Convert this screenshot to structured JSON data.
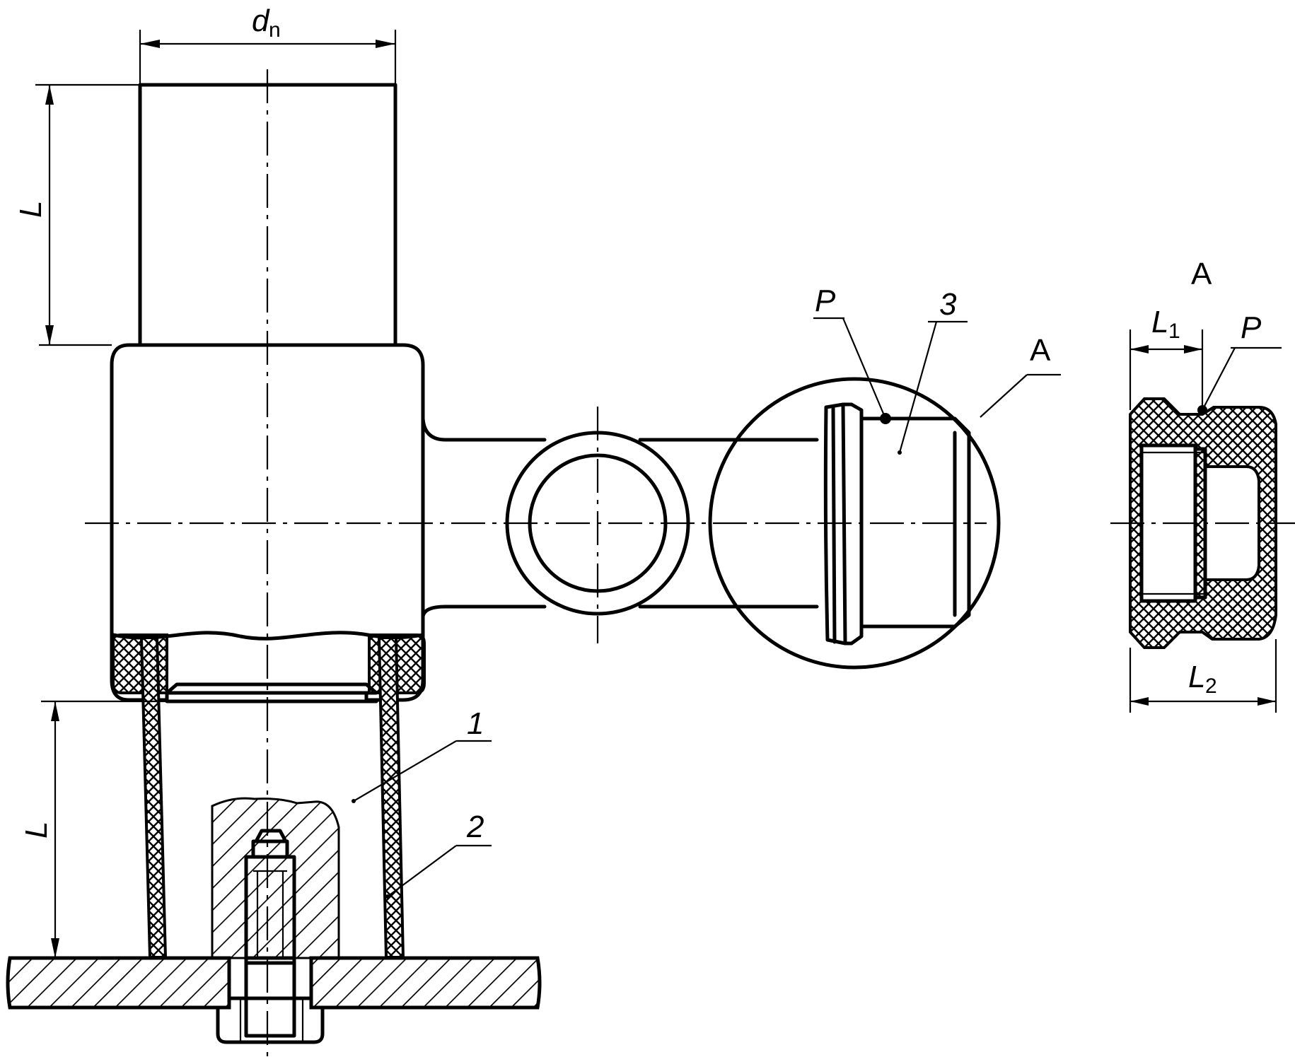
{
  "labels": {
    "dn_main": "d",
    "dn_sub": "n",
    "L_top": "L",
    "L_bottom": "L",
    "part_1": "1",
    "part_2": "2",
    "part_3": "3",
    "P_main": "P",
    "A_circle": "A",
    "A_detail": "A",
    "L1_main": "L",
    "L1_sub": "1",
    "L2_main": "L",
    "L2_sub": "2",
    "P_detail": "P"
  }
}
